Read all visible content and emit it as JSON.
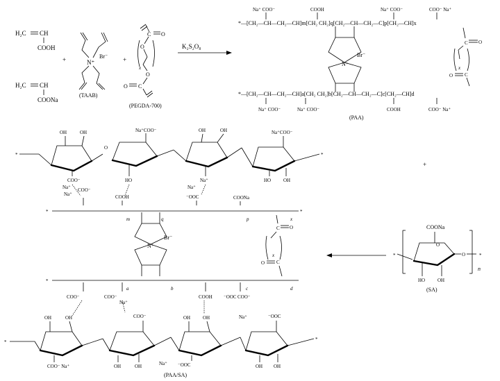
{
  "reagents": {
    "acrylic_acid": {
      "formula_left": "H₂C",
      "formula_right": "CH",
      "group": "COOH"
    },
    "sodium_acrylate": {
      "formula_left": "H₂C",
      "formula_right": "CH",
      "group": "COONa"
    },
    "plus": "+",
    "taab_center": "N⁺",
    "taab_counterion": "Br⁻",
    "taab_name": "(TAAB)",
    "pegda_carbonyl_top": "C",
    "pegda_carbonyl_bottom": "C",
    "pegda_o_top": "O",
    "pegda_o_eq_top": "O",
    "pegda_o_bottom": "O",
    "pegda_o_eq_bottom": "O",
    "pegda_repeat": "x",
    "pegda_name": "(PEGDA-700)",
    "initiator": "K₂S₂O₈"
  },
  "paa": {
    "name": "(PAA)",
    "top_chain": "*—[CH₂—CH—CH₂—CH]m[CH₂   CH₂]q[CH₂—CH—CH₂—C]p[CH₂—CH]x",
    "bottom_chain": "*—[CH₂—CH—CH₂—CH]a[CH₂   CH₂]b[CH₂—CH—CH₂—C]c[CH₂—CH]d",
    "top_groups": [
      "Na⁺ COO⁻",
      "COOH",
      "Na⁺ COO⁻",
      "COO⁻ Na⁺"
    ],
    "bottom_groups": [
      "Na⁺ COO⁻",
      "Na⁺ COO⁻",
      "COOH",
      "COO⁻ Na⁺"
    ],
    "ring_n": "N⁺",
    "ring_br": "Br⁻",
    "crosslink_c_top": "C",
    "crosslink_o_eq_top": "O",
    "crosslink_c_bottom": "C",
    "crosslink_o_eq_bottom": "O",
    "crosslink_repeat": "x",
    "subscripts": [
      "m",
      "q",
      "p",
      "x",
      "a",
      "b",
      "c",
      "d"
    ]
  },
  "sa": {
    "name": "(SA)",
    "group": "COONa",
    "hydroxyls": [
      "HO",
      "OH"
    ],
    "ring_o": "O",
    "bridge_o": "O",
    "repeat": "n",
    "plus": "+"
  },
  "paa_sa": {
    "name": "(PAA/SA)",
    "upper_sa_groups": [
      "OH",
      "OH",
      "Na⁺COO⁻",
      "OH",
      "OH",
      "Na⁺COO⁻",
      "OH",
      "OH",
      "Na⁺COO⁻",
      "O",
      "HO",
      "HO",
      "HO",
      "OH"
    ],
    "upper_sa_lower_groups": [
      "Na⁺",
      "COO⁻",
      "Na⁺",
      "COO⁻",
      "COOH",
      "⁻OOC",
      "COO⁻",
      "Na⁺"
    ],
    "lower_sa_groups": [
      "OH",
      "OH",
      "OH",
      "COO⁻",
      "OH",
      "OH",
      "Na⁺",
      "⁻OOC",
      "COO⁻ Na⁺",
      "OH",
      "OH",
      "Na⁺",
      "⁻OOC",
      "OH",
      "OH",
      "OH",
      "OH"
    ],
    "network_labels": [
      "Na⁺",
      "COO⁻",
      "Na⁺",
      "COO⁻",
      "Na⁺",
      "COOH",
      "⁻OOC",
      "COO⁻",
      "Na⁺",
      "COONa",
      "COOH",
      "⁻OOC",
      "COO⁻"
    ],
    "ring_n": "N⁺",
    "ring_br": "Br⁻",
    "crosslink_c_top": "C",
    "crosslink_o_eq_top": "O",
    "crosslink_c_bottom": "C",
    "crosslink_o_eq_bottom": "O",
    "crosslink_repeat": "x",
    "subscripts": [
      "m",
      "q",
      "p",
      "x",
      "a",
      "b",
      "c",
      "d"
    ],
    "star": "*"
  }
}
